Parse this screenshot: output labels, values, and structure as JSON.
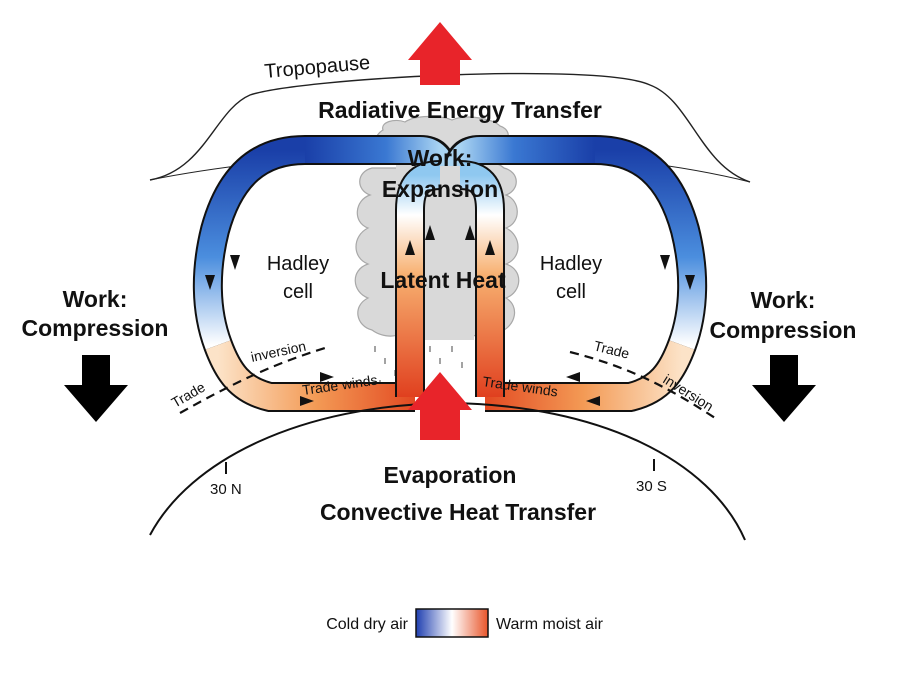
{
  "labels": {
    "tropopause": "Tropopause",
    "radiative": "Radiative Energy Transfer",
    "work_expansion_1": "Work:",
    "work_expansion_2": "Expansion",
    "latent_heat": "Latent Heat",
    "hadley_left_1": "Hadley",
    "hadley_left_2": "cell",
    "hadley_right_1": "Hadley",
    "hadley_right_2": "cell",
    "work_compression_left_1": "Work:",
    "work_compression_left_2": "Compression",
    "work_compression_right_1": "Work:",
    "work_compression_right_2": "Compression",
    "inversion_left": "inversion",
    "inversion_right": "inversion",
    "trade_left": "Trade",
    "trade_right": "Trade",
    "trade_winds_left": "Trade winds",
    "trade_winds_right": "Trade winds",
    "evaporation": "Evaporation",
    "convective": "Convective Heat Transfer",
    "lat_30n": "30 N",
    "lat_30s": "30 S"
  },
  "legend": {
    "cold": "Cold dry air",
    "warm": "Warm moist air"
  },
  "colors": {
    "cold": "#1a3fa8",
    "mid": "#ffffff",
    "warm": "#e8552a",
    "arrow_red": "#e8242a",
    "arrow_black": "#000000",
    "cloud": "#d9d9d9"
  }
}
